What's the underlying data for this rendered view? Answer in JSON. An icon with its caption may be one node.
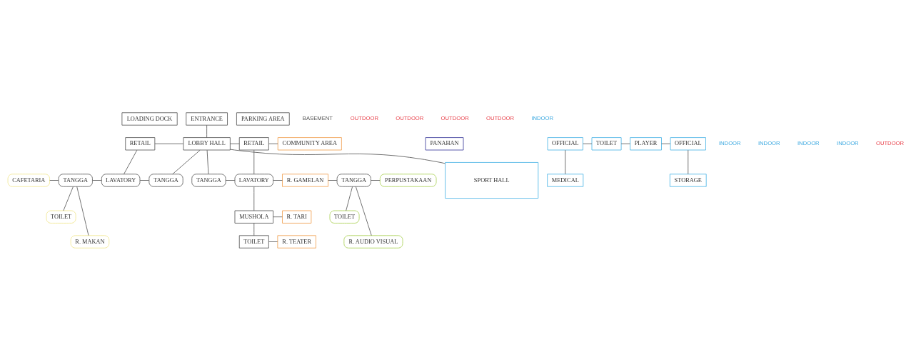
{
  "diagram": {
    "nodes": [
      {
        "text": [
          "LOADING DOCK"
        ]
      },
      {
        "text": [
          "ENTRANCE"
        ]
      },
      {
        "text": [
          "PARKING AREA"
        ]
      },
      {
        "text": [
          "RETAIL"
        ]
      },
      {
        "text": [
          "LOBBY HALL"
        ]
      },
      {
        "text": [
          "RETAIL"
        ]
      },
      {
        "text": [
          "COMMUNITY AREA"
        ]
      },
      {
        "text": [
          "CAFETARIA"
        ]
      },
      {
        "text": [
          "TANGGA"
        ]
      },
      {
        "text": [
          "LAVATORY"
        ]
      },
      {
        "text": [
          "TANGGA"
        ]
      },
      {
        "text": [
          "TANGGA"
        ]
      },
      {
        "text": [
          "LAVATORY"
        ]
      },
      {
        "text": [
          "R. GAMELAN"
        ]
      },
      {
        "text": [
          "TANGGA"
        ]
      },
      {
        "text": [
          "PERPUSTAKAAN"
        ]
      },
      {
        "text": [
          "TOILET"
        ]
      },
      {
        "text": [
          "MUSHOLA"
        ]
      },
      {
        "text": [
          "R. TARI"
        ]
      },
      {
        "text": [
          "TOILET"
        ]
      },
      {
        "text": [
          "R. MAKAN"
        ]
      },
      {
        "text": [
          "TOILET"
        ]
      },
      {
        "text": [
          "R. TEATER"
        ]
      },
      {
        "text": [
          "R. AUDIO VISUAL"
        ]
      },
      {
        "text": [
          "PANAHAN"
        ]
      },
      {
        "text": [
          "OFFICIAL"
        ]
      },
      {
        "text": [
          "TOILET"
        ]
      },
      {
        "text": [
          "PLAYER"
        ]
      },
      {
        "text": [
          "OFFICIAL"
        ]
      },
      {
        "text": [
          "MEDICAL"
        ]
      },
      {
        "text": [
          "SPORT HALL"
        ]
      },
      {
        "text": [
          "STORAGE"
        ]
      }
    ],
    "edges": [
      {
        "from": 1,
        "to": 4,
        "arrow": "none"
      },
      {
        "from": 3,
        "to": 4,
        "arrow": "none"
      },
      {
        "from": 4,
        "to": 10,
        "arrow": "none"
      },
      {
        "from": 3,
        "to": 9,
        "arrow": "none"
      },
      {
        "from": 9,
        "to": 10,
        "arrow": "none"
      },
      {
        "from": 8,
        "to": 9,
        "arrow": "none"
      },
      {
        "from": 7,
        "to": 8,
        "arrow": "none"
      },
      {
        "from": 16,
        "to": 8,
        "arrow": "none"
      },
      {
        "from": 20,
        "to": 8,
        "arrow": "none"
      },
      {
        "from": 4,
        "to": 5,
        "arrow": "none"
      },
      {
        "from": 4,
        "to": 11,
        "arrow": "none"
      },
      {
        "from": 11,
        "to": 12,
        "arrow": "none"
      },
      {
        "from": 5,
        "to": 12,
        "arrow": "none"
      },
      {
        "from": 12,
        "to": 17,
        "arrow": "none"
      },
      {
        "from": 17,
        "to": 21,
        "arrow": "none"
      },
      {
        "from": 5,
        "to": 6,
        "arrow": "none"
      },
      {
        "from": 12,
        "to": 13,
        "arrow": "none"
      },
      {
        "from": 17,
        "to": 18,
        "arrow": "none"
      },
      {
        "from": 21,
        "to": 22,
        "arrow": "none"
      },
      {
        "from": 13,
        "to": 14,
        "arrow": "none"
      },
      {
        "from": 14,
        "to": 15,
        "arrow": "none"
      },
      {
        "from": 14,
        "to": 19,
        "arrow": "none"
      },
      {
        "from": 14,
        "to": 23,
        "arrow": "none"
      },
      {
        "from": 4,
        "to": 30,
        "arrow": "none"
      },
      {
        "from": 25,
        "to": 26,
        "arrow": "none"
      },
      {
        "from": 26,
        "to": 27,
        "arrow": "none"
      },
      {
        "from": 27,
        "to": 28,
        "arrow": "none"
      },
      {
        "from": 25,
        "to": 29,
        "arrow": "none"
      },
      {
        "from": 28,
        "to": 31,
        "arrow": "none"
      }
    ],
    "labels": [
      "BASEMENT",
      "OUTDOOR",
      "OUTDOOR",
      "OUTDOOR",
      "OUTDOOR",
      "INDOOR",
      "INDOOR",
      "INDOOR",
      "INDOOR",
      "OUTDOOR",
      "INDOOR"
    ]
  }
}
